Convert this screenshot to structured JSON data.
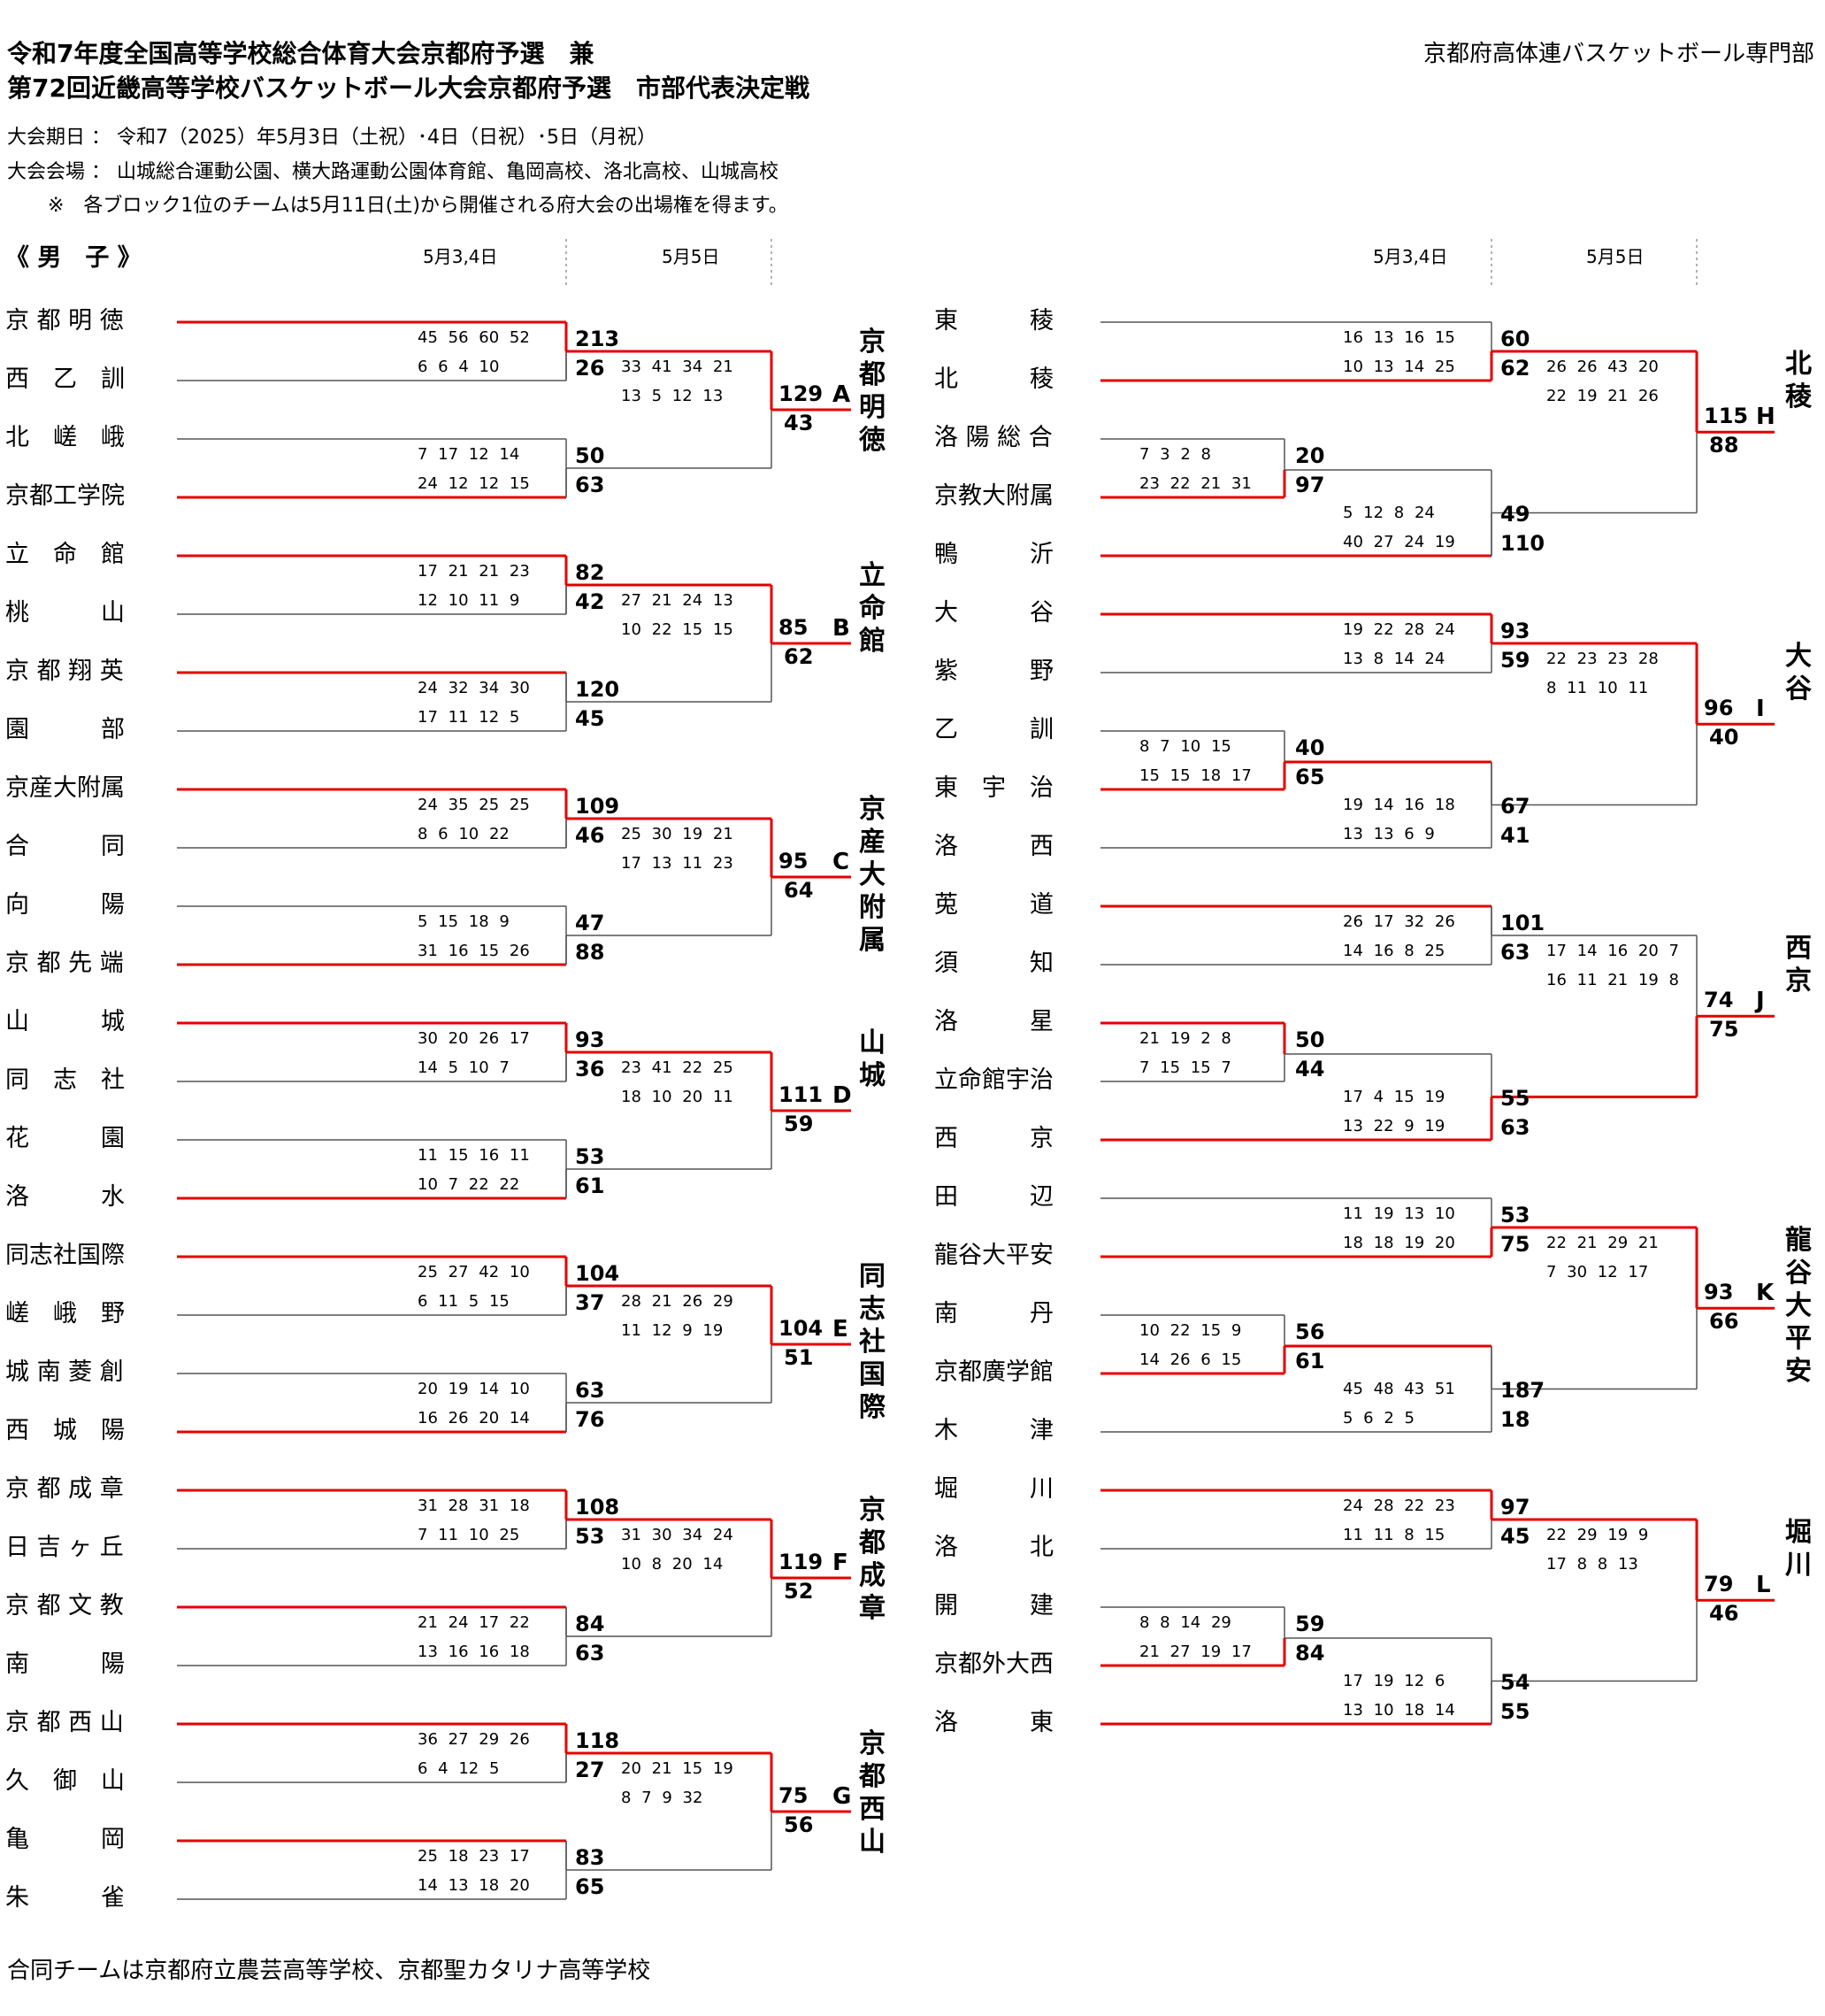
{
  "header": {
    "title_line1": "令和7年度全国高等学校総合体育大会京都府予選　兼",
    "title_line2": "第72回近畿高等学校バスケットボール大会京都府予選　市部代表決定戦",
    "organizer": "京都府高体連バスケットボール専門部",
    "period": "大会期日 ： 令和7（2025）年5月3日（土祝）･4日（日祝）･5日（月祝）",
    "venue": "大会会場 ： 山城総合運動公園、横大路運動公園体育館、亀岡高校、洛北高校、山城高校",
    "note": "※　各ブロック1位のチームは5月11日(土)から開催される府大会の出場権を得ます。"
  },
  "section_label": "《 男　子 》",
  "round_dates": {
    "r1": "5月3,4日",
    "final": "5月5日"
  },
  "footer": "合同チームは京都府立農芸高等学校、京都聖カタリナ高等学校",
  "left_blocks": [
    {
      "block": "A",
      "winner": "京都明徳",
      "teams": [
        "京 都 明 徳",
        "西　乙　訓",
        "北　嵯　峨",
        "京都工学院"
      ],
      "m1": {
        "q": [
          "45 56 60 52",
          "6 6 4 10"
        ],
        "s": [
          "213",
          "26"
        ]
      },
      "m2": {
        "q": [
          "7 17 12 14",
          "24 12 12 15"
        ],
        "s": [
          "50",
          "63"
        ]
      },
      "f": {
        "q": [
          "33 41 34 21",
          "13 5 12 13"
        ],
        "s": [
          "129",
          "43"
        ]
      }
    },
    {
      "block": "B",
      "winner": "立命館",
      "teams": [
        "立　命　館",
        "桃　　　山",
        "京 都 翔 英",
        "園　　　部"
      ],
      "m1": {
        "q": [
          "17 21 21 23",
          "12 10 11 9"
        ],
        "s": [
          "82",
          "42"
        ]
      },
      "m2": {
        "q": [
          "24 32 34 30",
          "17 11 12 5"
        ],
        "s": [
          "120",
          "45"
        ]
      },
      "f": {
        "q": [
          "27 21 24 13",
          "10 22 15 15"
        ],
        "s": [
          "85",
          "62"
        ]
      }
    },
    {
      "block": "C",
      "winner": "京産大附属",
      "teams": [
        "京産大附属",
        "合　　　同",
        "向　　　陽",
        "京 都 先 端"
      ],
      "m1": {
        "q": [
          "24 35 25 25",
          "8 6 10 22"
        ],
        "s": [
          "109",
          "46"
        ]
      },
      "m2": {
        "q": [
          "5 15 18 9",
          "31 16 15 26"
        ],
        "s": [
          "47",
          "88"
        ]
      },
      "f": {
        "q": [
          "25 30 19 21",
          "17 13 11 23"
        ],
        "s": [
          "95",
          "64"
        ]
      }
    },
    {
      "block": "D",
      "winner": "山城",
      "teams": [
        "山　　　城",
        "同　志　社",
        "花　　　園",
        "洛　　　水"
      ],
      "m1": {
        "q": [
          "30 20 26 17",
          "14 5 10 7"
        ],
        "s": [
          "93",
          "36"
        ]
      },
      "m2": {
        "q": [
          "11 15 16 11",
          "10 7 22 22"
        ],
        "s": [
          "53",
          "61"
        ]
      },
      "f": {
        "q": [
          "23 41 22 25",
          "18 10 20 11"
        ],
        "s": [
          "111",
          "59"
        ]
      }
    },
    {
      "block": "E",
      "winner": "同志社国際",
      "teams": [
        "同志社国際",
        "嵯　峨　野",
        "城 南 菱 創",
        "西　城　陽"
      ],
      "m1": {
        "q": [
          "25 27 42 10",
          "6 11 5 15"
        ],
        "s": [
          "104",
          "37"
        ]
      },
      "m2": {
        "q": [
          "20 19 14 10",
          "16 26 20 14"
        ],
        "s": [
          "63",
          "76"
        ]
      },
      "f": {
        "q": [
          "28 21 26 29",
          "11 12 9 19"
        ],
        "s": [
          "104",
          "51"
        ]
      }
    },
    {
      "block": "F",
      "winner": "京都成章",
      "teams": [
        "京 都 成 章",
        "日 吉 ヶ 丘",
        "京 都 文 教",
        "南　　　陽"
      ],
      "m1": {
        "q": [
          "31 28 31 18",
          "7 11 10 25"
        ],
        "s": [
          "108",
          "53"
        ]
      },
      "m2": {
        "q": [
          "21 24 17 22",
          "13 16 16 18"
        ],
        "s": [
          "84",
          "63"
        ]
      },
      "f": {
        "q": [
          "31 30 34 24",
          "10 8 20 14"
        ],
        "s": [
          "119",
          "52"
        ]
      }
    },
    {
      "block": "G",
      "winner": "京都西山",
      "teams": [
        "京 都 西 山",
        "久　御　山",
        "亀　　　岡",
        "朱　　　雀"
      ],
      "m1": {
        "q": [
          "36 27 29 26",
          "6 4 12 5"
        ],
        "s": [
          "118",
          "27"
        ]
      },
      "m2": {
        "q": [
          "25 18 23 17",
          "14 13 18 20"
        ],
        "s": [
          "83",
          "65"
        ]
      },
      "f": {
        "q": [
          "20 21 15 19",
          "8 7 9 32"
        ],
        "s": [
          "75",
          "56"
        ]
      }
    }
  ],
  "right_blocks": [
    {
      "block": "H",
      "winner": "北稜",
      "teams": [
        "東　　　稜",
        "北　　　稜",
        "洛 陽 総 合",
        "京教大附属",
        "鴨　　　沂"
      ],
      "pre": {
        "q": [
          "7 3 2 8",
          "23 22 21 31"
        ],
        "s": [
          "20",
          "97"
        ]
      },
      "m1": {
        "q": [
          "16 13 16 15",
          "10 13 14 25"
        ],
        "s": [
          "60",
          "62"
        ]
      },
      "m2": {
        "q": [
          "5 12 8 24",
          "40 27 24 19"
        ],
        "s": [
          "49",
          "110"
        ]
      },
      "f": {
        "q": [
          "26 26 43 20",
          "22 19 21 26"
        ],
        "s": [
          "115",
          "88"
        ]
      }
    },
    {
      "block": "I",
      "winner": "大谷",
      "teams": [
        "大　　　谷",
        "紫　　　野",
        "乙　　　訓",
        "東　宇　治",
        "洛　　　西"
      ],
      "pre": {
        "q": [
          "8 7 10 15",
          "15 15 18 17"
        ],
        "s": [
          "40",
          "65"
        ]
      },
      "m1": {
        "q": [
          "19 22 28 24",
          "13 8 14 24"
        ],
        "s": [
          "93",
          "59"
        ]
      },
      "m2": {
        "q": [
          "19 14 16 18",
          "13 13 6 9"
        ],
        "s": [
          "67",
          "41"
        ]
      },
      "f": {
        "q": [
          "22 23 23 28",
          "8 11 10 11"
        ],
        "s": [
          "96",
          "40"
        ]
      }
    },
    {
      "block": "J",
      "winner": "西京",
      "teams": [
        "莵　　　道",
        "須　　　知",
        "洛　　　星",
        "立命館宇治",
        "西　　　京"
      ],
      "pre": {
        "q": [
          "21 19 2 8",
          "7 15 15 7"
        ],
        "s": [
          "50",
          "44"
        ]
      },
      "m1": {
        "q": [
          "26 17 32 26",
          "14 16 8 25"
        ],
        "s": [
          "101",
          "63"
        ]
      },
      "m2": {
        "q": [
          "17 4 15 19",
          "13 22 9 19"
        ],
        "s": [
          "55",
          "63"
        ]
      },
      "f": {
        "q": [
          "17 14 16 20 7",
          "16 11 21 19 8"
        ],
        "s": [
          "74",
          "75"
        ]
      }
    },
    {
      "block": "K",
      "winner": "龍谷大平安",
      "teams": [
        "田　　　辺",
        "龍谷大平安",
        "南　　　丹",
        "京都廣学館",
        "木　　　津"
      ],
      "pre": {
        "q": [
          "10 22 15 9",
          "14 26 6 15"
        ],
        "s": [
          "56",
          "61"
        ]
      },
      "m1": {
        "q": [
          "11 19 13 10",
          "18 18 19 20"
        ],
        "s": [
          "53",
          "75"
        ]
      },
      "m2": {
        "q": [
          "45 48 43 51",
          "5 6 2 5"
        ],
        "s": [
          "187",
          "18"
        ]
      },
      "f": {
        "q": [
          "22 21 29 21",
          "7 30 12 17"
        ],
        "s": [
          "93",
          "66"
        ]
      }
    },
    {
      "block": "L",
      "winner": "堀川",
      "teams": [
        "堀　　　川",
        "洛　　　北",
        "開　　　建",
        "京都外大西",
        "洛　　　東"
      ],
      "pre": {
        "q": [
          "8 8 14 29",
          "21 27 19 17"
        ],
        "s": [
          "59",
          "84"
        ]
      },
      "m1": {
        "q": [
          "24 28 22 23",
          "11 11 8 15"
        ],
        "s": [
          "97",
          "45"
        ]
      },
      "m2": {
        "q": [
          "17 19 12 6",
          "13 10 18 14"
        ],
        "s": [
          "54",
          "55"
        ]
      },
      "f": {
        "q": [
          "22 29 19 9",
          "17 8 8 13"
        ],
        "s": [
          "79",
          "46"
        ]
      }
    }
  ]
}
